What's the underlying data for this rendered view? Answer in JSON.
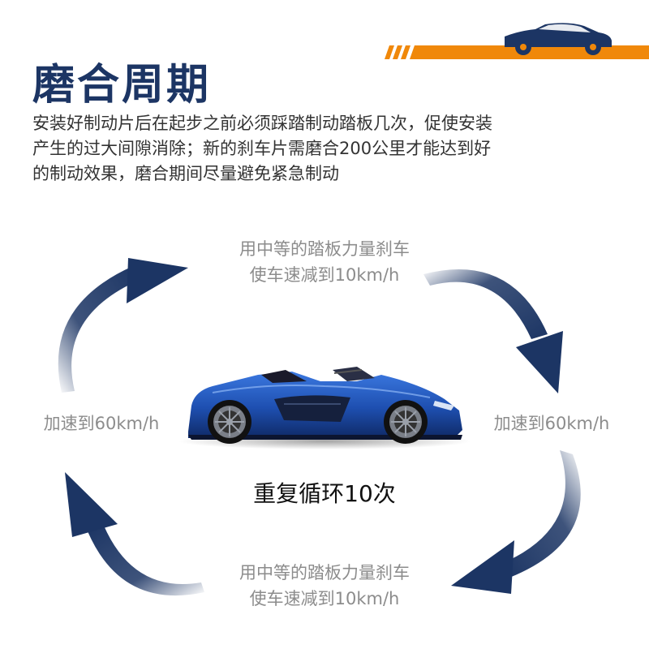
{
  "title": "磨合周期",
  "description": [
    "安装好制动片后在起步之前必须踩踏制动踏板几次，促使安装",
    "产生的过大间隙消除；新的刹车片需磨合200公里才能达到好",
    "的制动效果，磨合期间尽量避免紧急制动"
  ],
  "cycle": {
    "top": [
      "用中等的踏板力量刹车",
      "使车速减到10km/h"
    ],
    "right": "加速到60km/h",
    "bottom": [
      "用中等的踏板力量刹车",
      "使车速减到10km/h"
    ],
    "left": "加速到60km/h",
    "center": "重复循环10次"
  },
  "colors": {
    "navy": "#1c3564",
    "orange": "#f0880a",
    "car_blue": "#1e4fb0",
    "step_text": "#8c8c8c"
  },
  "icons": [
    "car-silhouette-icon",
    "sports-car-illustration",
    "cycle-arrow-icon"
  ]
}
